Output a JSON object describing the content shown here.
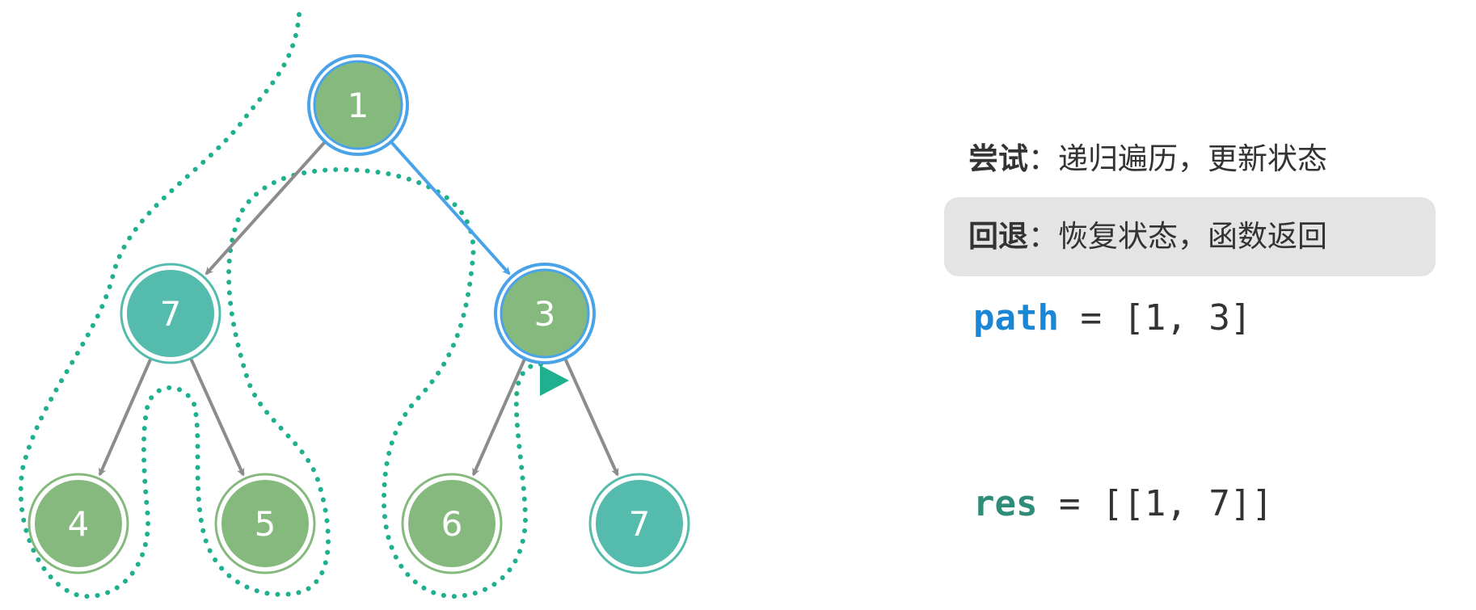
{
  "tree": {
    "nodes": [
      {
        "id": "n1",
        "value": "1",
        "color": "#86b97e",
        "state": "in-path"
      },
      {
        "id": "n2",
        "value": "7",
        "color": "#55bbad",
        "state": "solution"
      },
      {
        "id": "n3",
        "value": "3",
        "color": "#86b97e",
        "state": "current"
      },
      {
        "id": "n4",
        "value": "4",
        "color": "#86b97e",
        "state": "visited"
      },
      {
        "id": "n5",
        "value": "5",
        "color": "#86b97e",
        "state": "visited"
      },
      {
        "id": "n6",
        "value": "6",
        "color": "#86b97e",
        "state": "visited"
      },
      {
        "id": "n7",
        "value": "7",
        "color": "#55bbad",
        "state": "solution"
      }
    ],
    "edges": [
      {
        "from": "n1",
        "to": "n2",
        "active": false
      },
      {
        "from": "n1",
        "to": "n3",
        "active": true
      },
      {
        "from": "n2",
        "to": "n4",
        "active": false
      },
      {
        "from": "n2",
        "to": "n5",
        "active": false
      },
      {
        "from": "n3",
        "to": "n6",
        "active": false
      },
      {
        "from": "n3",
        "to": "n7",
        "active": false
      }
    ]
  },
  "colors": {
    "edge": "#8c8c8c",
    "edge_active": "#4aa3e8",
    "path_ring": "#4aa3e8",
    "traversal_dots": "#1fb08f",
    "pointer": "#1fb08f",
    "variable_path": "#1b87d4",
    "variable_res": "#2e8c79"
  },
  "legend": {
    "try_label": "尝试",
    "try_text": "：递归遍历，更新状态",
    "back_label": "回退",
    "back_text": "：恢复状态，函数返回"
  },
  "code": {
    "path_var": "path",
    "path_value": " = [1, 3]",
    "res_var": "res",
    "res_value": " = [[1, 7]]"
  }
}
